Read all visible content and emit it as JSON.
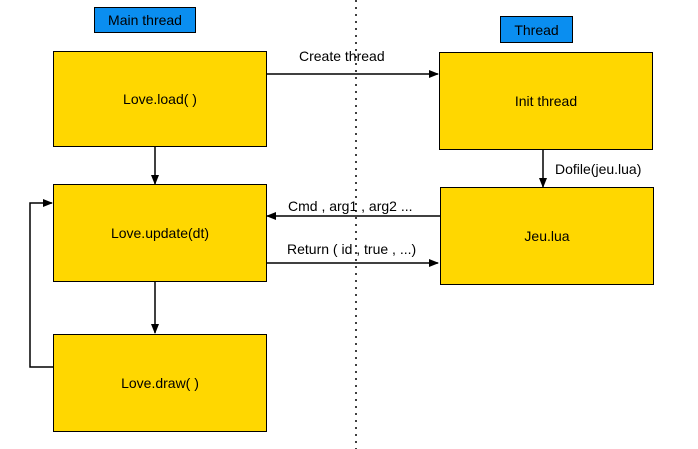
{
  "headers": {
    "main_thread": "Main thread",
    "thread": "Thread"
  },
  "boxes": {
    "love_load": "Love.load( )",
    "love_update": "Love.update(dt)",
    "love_draw": "Love.draw( )",
    "init_thread": "Init thread",
    "jeu_lua": "Jeu.lua"
  },
  "edges": {
    "create_thread": "Create thread",
    "dofile": "Dofile(jeu.lua)",
    "cmd": "Cmd , arg1 , arg2 ...",
    "return": "Return ( id , true , ...)"
  },
  "colors": {
    "box_fill": "#ffd700",
    "header_fill": "#0a8ef0",
    "line": "#000000"
  }
}
